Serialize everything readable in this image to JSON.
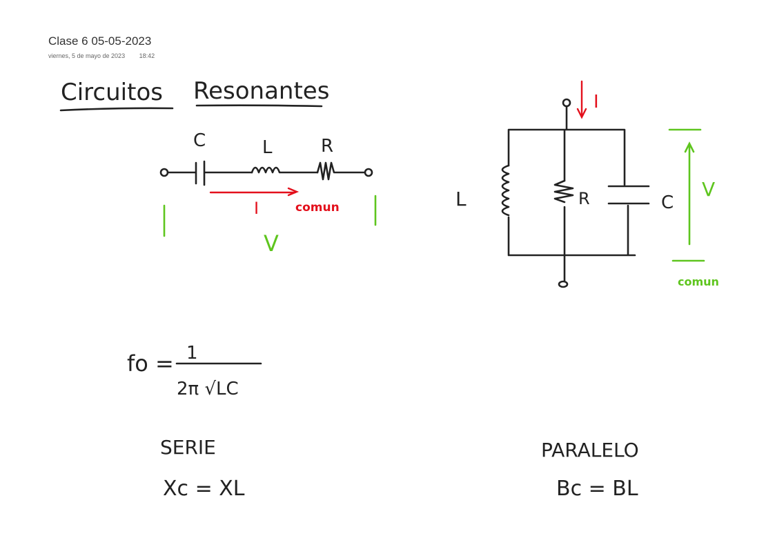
{
  "page": {
    "title": "Clase 6 05-05-2023",
    "date": "viernes, 5 de mayo de 2023",
    "time": "18:42"
  },
  "notes": {
    "heading_1": "Circuitos",
    "heading_2": "Resonantes",
    "series": {
      "label_c": "C",
      "label_l": "L",
      "label_r": "R",
      "current": "I",
      "common": "comun",
      "voltage": "V"
    },
    "parallel": {
      "label_l": "L",
      "label_r": "R",
      "label_c": "C",
      "current": "I",
      "voltage": "V",
      "common": "comun"
    },
    "formula": {
      "lhs": "fo =",
      "numerator": "1",
      "denominator": "2π √LC"
    },
    "serie_label": "SERIE",
    "serie_condition": "Xc = XL",
    "paralelo_label": "PARALELO",
    "paralelo_condition": "Bc = BL"
  },
  "colors": {
    "ink": "#222222",
    "red": "#e3101c",
    "green": "#5ec51e"
  }
}
